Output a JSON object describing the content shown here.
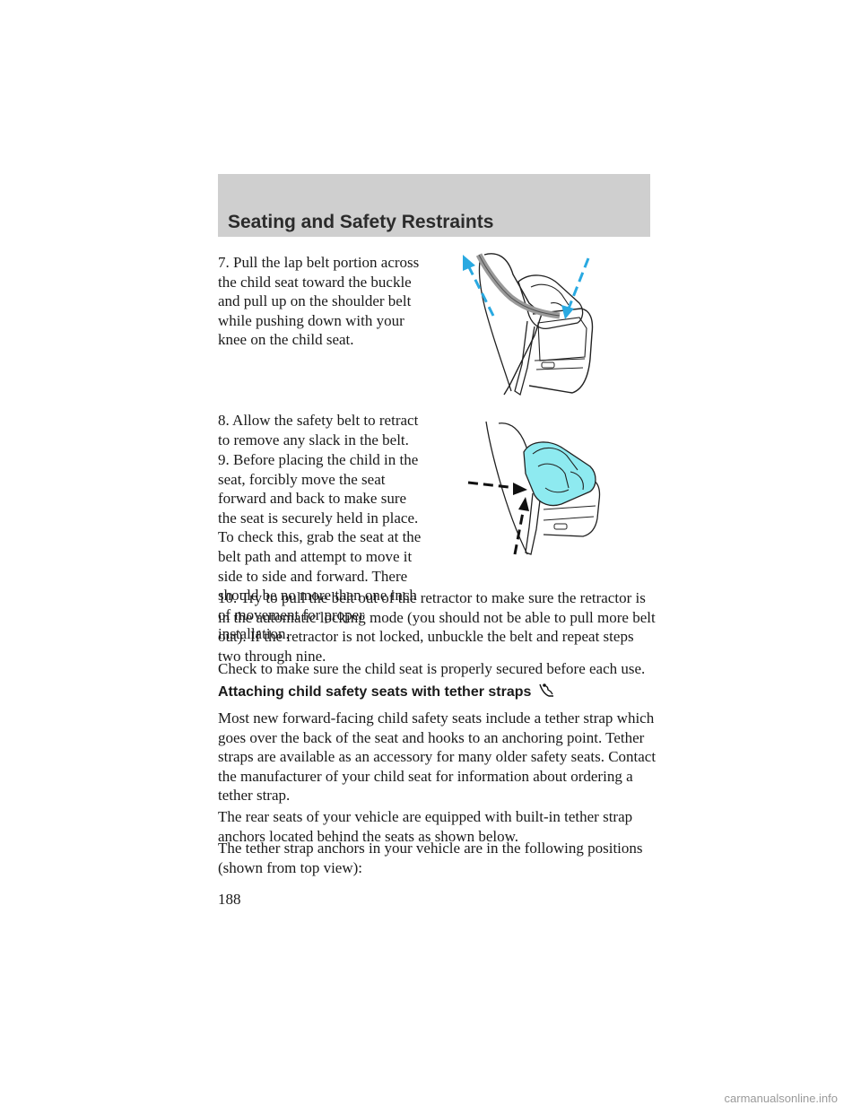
{
  "header": {
    "section_title": "Seating and Safety Restraints"
  },
  "steps": {
    "step7": "7. Pull the lap belt portion across the child seat toward the buckle and pull up on the shoulder belt while pushing down with your knee on the child seat.",
    "step8": "8. Allow the safety belt to retract to remove any slack in the belt.",
    "step9": "9. Before placing the child in the seat, forcibly move the seat forward and back to make sure the seat is securely held in place. To check this, grab the seat at the belt path and attempt to move it side to side and forward. There should be no more than one inch of movement for proper installation.",
    "step10": "10. Try to pull the belt out of the retractor to make sure the retractor is in the automatic locking mode (you should not be able to pull more belt out). If the retractor is not locked, unbuckle the belt and repeat steps two through nine.",
    "check": "Check to make sure the child seat is properly secured before each use."
  },
  "tether_section": {
    "heading": "Attaching child safety seats with tether straps",
    "heading_icon": "child-seat-icon",
    "p1": "Most new forward-facing child safety seats include a tether strap which goes over the back of the seat and hooks to an anchoring point. Tether straps are available as an accessory for many older safety seats. Contact the manufacturer of your child seat for information about ordering a tether strap.",
    "p2": "The rear seats of your vehicle are equipped with built-in tether strap anchors located behind the seats as shown below.",
    "p3": "The tether strap anchors in your vehicle are in the following positions (shown from top view):"
  },
  "footer": {
    "page_number": "188",
    "watermark": "carmanualsonline.info"
  },
  "colors": {
    "header_band": "#cfcfcf",
    "arrow_blue": "#29a9e1",
    "seat_cyan": "#8eeaf0"
  }
}
